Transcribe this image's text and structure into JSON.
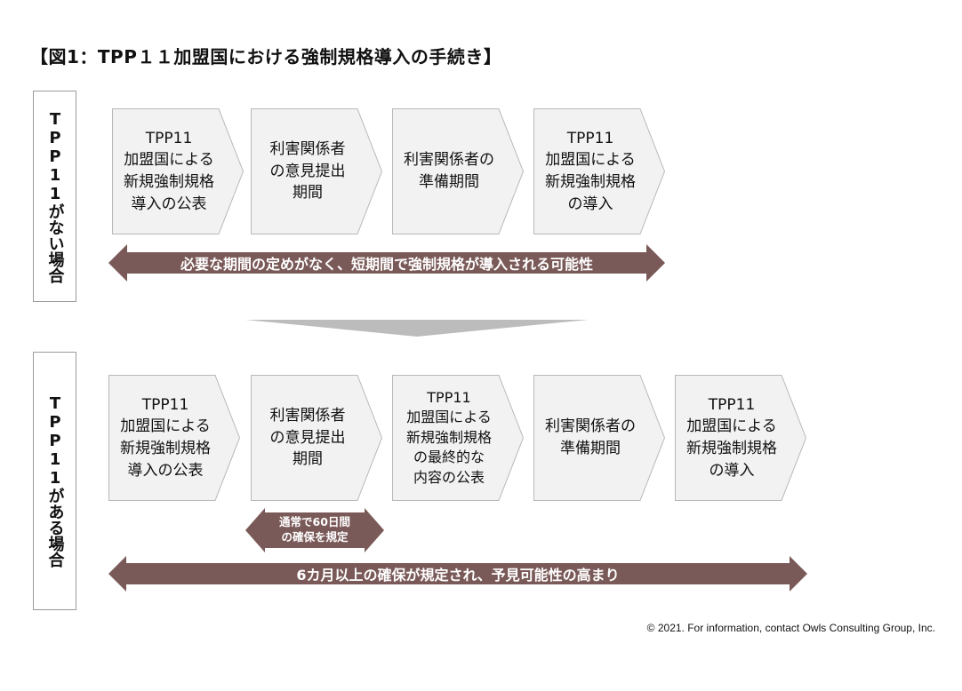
{
  "title": "【図1：TPP１１加盟国における強制規格導入の手続き】",
  "colors": {
    "arrow_fill": "#7a5a58",
    "chevron_fill": "#f2f2f2",
    "chevron_stroke": "#b8b8b8",
    "funnel_fill": "#bcbcbc",
    "side_border": "#9a9a9a"
  },
  "without": {
    "side_label": "TPP11がない場合",
    "steps": [
      "TPP11\n加盟国による\n新規強制規格\n導入の公表",
      "利害関係者\nの意見提出\n期間",
      "利害関係者の\n準備期間",
      "TPP11\n加盟国による\n新規強制規格\nの導入"
    ],
    "arrow_label": "必要な期間の定めがなく、短期間で強制規格が導入される可能性"
  },
  "with": {
    "side_label": "TPP11がある場合",
    "steps": [
      "TPP11\n加盟国による\n新規強制規格\n導入の公表",
      "利害関係者\nの意見提出\n期間",
      "TPP11\n加盟国による\n新規強制規格\nの最終的な\n内容の公表",
      "利害関係者の\n準備期間",
      "TPP11\n加盟国による\n新規強制規格\nの導入"
    ],
    "small_arrow_label": "通常で60日間\nの確保を規定",
    "arrow_label": "6カ月以上の確保が規定され、予見可能性の高まり"
  },
  "copyright": "© 2021. For information, contact Owls Consulting Group, Inc."
}
